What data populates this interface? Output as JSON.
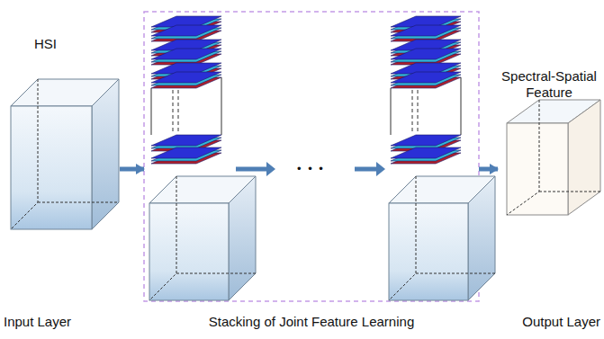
{
  "diagram": {
    "nodes": [
      {
        "text": [
          "HSI"
        ]
      },
      {
        "text": [
          "Stacking of Joint Feature Learning"
        ]
      },
      {
        "text": [
          "Spectral-Spatial Feature"
        ]
      }
    ],
    "edges": [
      {
        "from": 0,
        "to": 1,
        "arrow": "to"
      },
      {
        "from": 1,
        "to": 2,
        "arrow": "to"
      }
    ],
    "labels": [
      "Input Layer",
      "• • •",
      "Output Layer"
    ]
  }
}
